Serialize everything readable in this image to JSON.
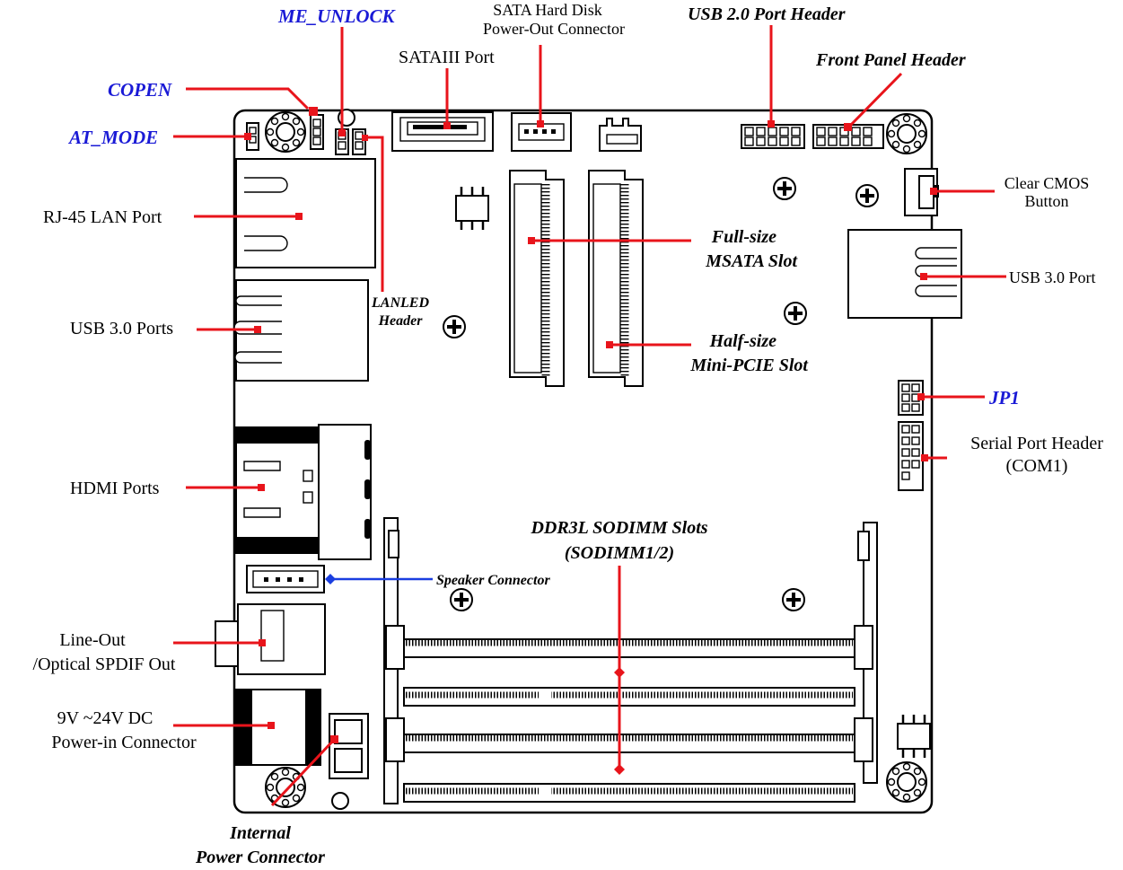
{
  "colors": {
    "leader_red": "#e8141b",
    "leader_blue": "#1a3ee0",
    "jumper_text": "#1a1ad6",
    "outline": "#000000"
  },
  "labels": {
    "me_unlock": "ME_UNLOCK",
    "sata_power_line1": "SATA Hard Disk",
    "sata_power_line2": "Power-Out Connector",
    "usb20_header": "USB 2.0 Port Header",
    "front_panel": "Front Panel Header",
    "sataiii": "SATAIII Port",
    "copen": "COPEN",
    "at_mode": "AT_MODE",
    "clear_cmos_line1": "Clear CMOS",
    "clear_cmos_line2": "Button",
    "rj45": "RJ-45 LAN Port",
    "msata_line1": "Full-size",
    "msata_line2": "MSATA Slot",
    "usb30_port": "USB 3.0 Port",
    "lanled_line1": "LANLED",
    "lanled_line2": "Header",
    "usb30_ports": "USB 3.0 Ports",
    "minipcie_line1": "Half-size",
    "minipcie_line2": "Mini-PCIE Slot",
    "jp1": "JP1",
    "serial_line1": "Serial Port Header",
    "serial_line2": "(COM1)",
    "hdmi": "HDMI Ports",
    "sodimm_line1": "DDR3L SODIMM Slots",
    "sodimm_line2": "(SODIMM1/2)",
    "speaker": "Speaker Connector",
    "lineout_line1": "Line-Out",
    "lineout_line2": "/Optical SPDIF Out",
    "dc_line1": "9V ~24V DC",
    "dc_line2": "Power-in Connector",
    "internal_line1": "Internal",
    "internal_line2": "Power Connector"
  }
}
